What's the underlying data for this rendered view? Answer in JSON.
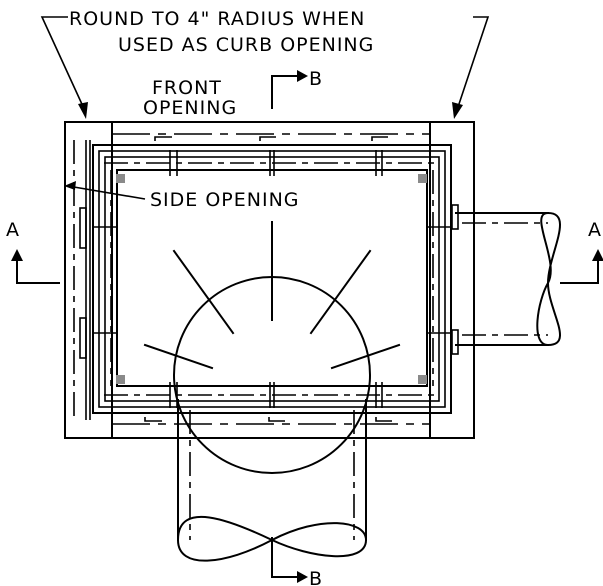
{
  "notes": {
    "round_line1": "ROUND TO 4\" RADIUS WHEN",
    "round_line2": "USED AS CURB OPENING",
    "front_line1": "FRONT",
    "front_line2": "OPENING",
    "side_opening": "SIDE OPENING"
  },
  "section_marks": {
    "b_top": "B",
    "b_bottom": "B",
    "a_left": "A",
    "a_right": "A"
  }
}
